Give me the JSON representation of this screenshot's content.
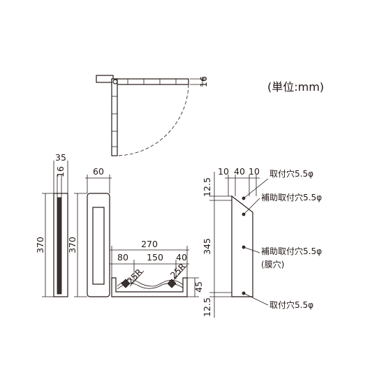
{
  "unit_label": "(単位:mm)",
  "colors": {
    "line": "#231815",
    "fill_dark": "#3a3230",
    "background": "#ffffff"
  },
  "dimensions": {
    "top_depth": "16",
    "side_width_outer": "35",
    "side_width_inner": "16",
    "side_height": "370",
    "front_width": "60",
    "front_height": "370",
    "arm_length": "270",
    "arm_seg_1": "80",
    "arm_seg_2": "150",
    "arm_seg_3": "40",
    "radius_1": "25R",
    "radius_2": "25R",
    "arm_height": "45",
    "plate_w_1": "10",
    "plate_w_2": "40",
    "plate_w_3": "10",
    "plate_top": "12.5",
    "plate_mid": "345",
    "plate_bottom": "12.5"
  },
  "callouts": {
    "hole_top": "取付穴5.5φ",
    "aux_hole_1": "補助取付穴5.5φ",
    "aux_hole_2": "補助取付穴5.5φ",
    "aux_hole_2_note": "(膜穴)",
    "hole_bottom": "取付穴5.5φ"
  }
}
